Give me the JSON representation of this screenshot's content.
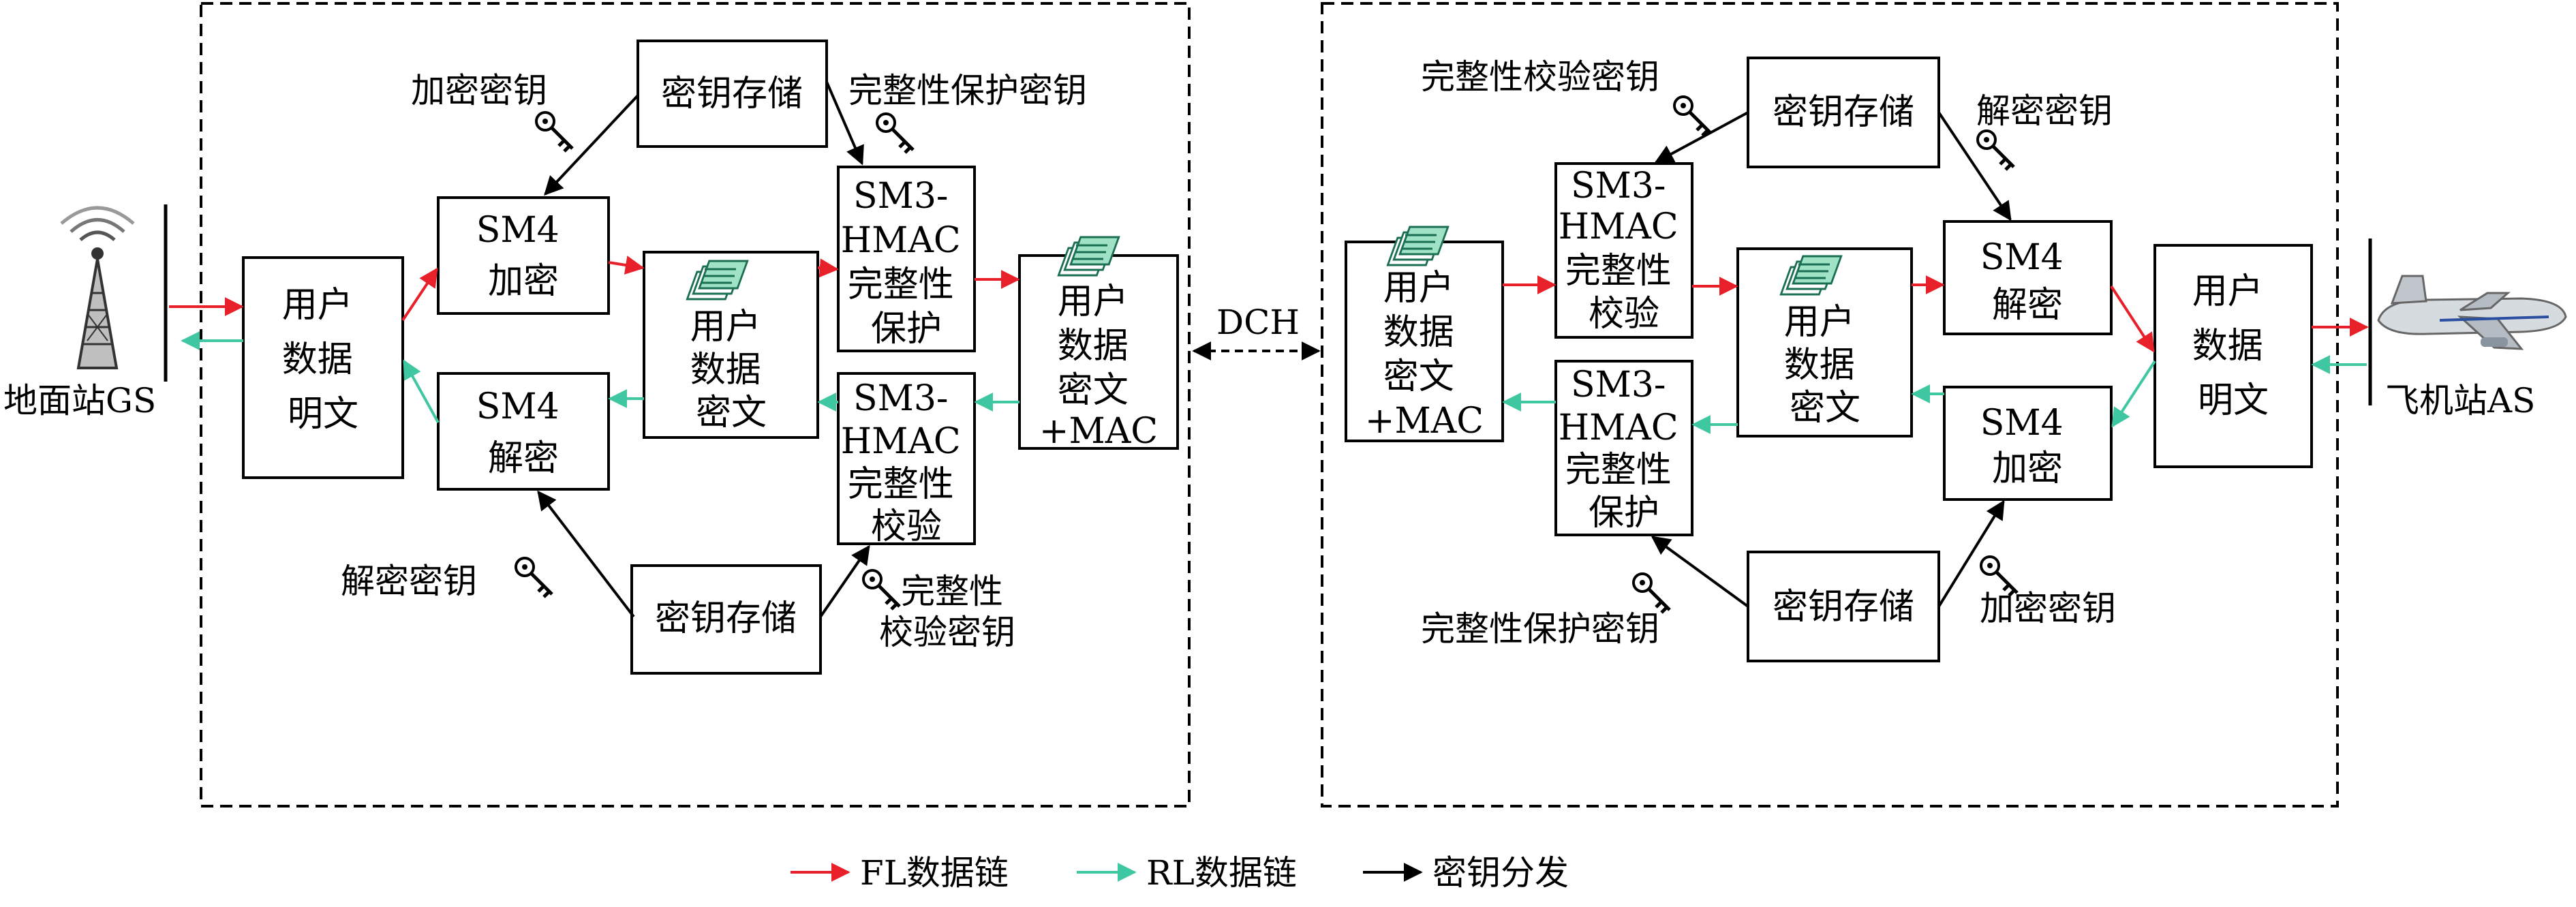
{
  "colors": {
    "fl": "#e8202a",
    "rl": "#3ec7a0",
    "key": "#000000",
    "doc": "#7fd8b5"
  },
  "stations": {
    "ground": "地面站GS",
    "aircraft": "飞机站AS"
  },
  "channel": "DCH",
  "left": {
    "key_store_top": "密钥存储",
    "key_store_bottom": "密钥存储",
    "enc_key": "加密密钥",
    "integrity_protect_key": "完整性保护密钥",
    "dec_key": "解密密钥",
    "integrity_check_key": [
      "完整性",
      "校验密钥"
    ],
    "plaintext": [
      "用户",
      "数据",
      "明文"
    ],
    "sm4_encrypt": [
      "SM4",
      "加密"
    ],
    "sm4_decrypt": [
      "SM4",
      "解密"
    ],
    "ciphertext": [
      "用户",
      "数据",
      "密文"
    ],
    "hmac_protect": [
      "SM3-",
      "HMAC",
      "完整性",
      "保护"
    ],
    "hmac_check": [
      "SM3-",
      "HMAC",
      "完整性",
      "校验"
    ],
    "cipher_mac": [
      "用户",
      "数据",
      "密文",
      "+MAC"
    ]
  },
  "right": {
    "key_store_top": "密钥存储",
    "key_store_bottom": "密钥存储",
    "integrity_check_key": "完整性校验密钥",
    "dec_key": "解密密钥",
    "integrity_protect_key": "完整性保护密钥",
    "enc_key": "加密密钥",
    "cipher_mac": [
      "用户",
      "数据",
      "密文",
      "+MAC"
    ],
    "hmac_check": [
      "SM3-",
      "HMAC",
      "完整性",
      "校验"
    ],
    "hmac_protect": [
      "SM3-",
      "HMAC",
      "完整性",
      "保护"
    ],
    "ciphertext": [
      "用户",
      "数据",
      "密文"
    ],
    "sm4_decrypt": [
      "SM4",
      "解密"
    ],
    "sm4_encrypt": [
      "SM4",
      "加密"
    ],
    "plaintext": [
      "用户",
      "数据",
      "明文"
    ]
  },
  "legend": {
    "fl": "FL数据链",
    "rl": "RL数据链",
    "key": "密钥分发"
  }
}
